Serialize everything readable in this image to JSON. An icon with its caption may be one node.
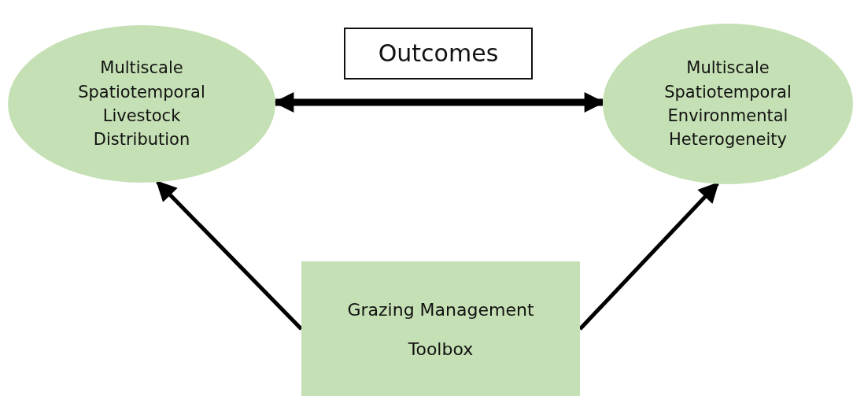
{
  "diagram": {
    "nodes": [
      {
        "text": [
          "Multiscale Spatiotemporal Livestock Distribution"
        ]
      },
      {
        "text": [
          "Outcomes"
        ]
      },
      {
        "text": [
          "Multiscale Spatiotemporal Environmental Heterogeneity"
        ]
      },
      {
        "text": [
          "Grazing Management",
          "Toolbox"
        ]
      }
    ],
    "edges": [
      {
        "from": 0,
        "to": 2,
        "arrow": "both",
        "style": "thick"
      },
      {
        "from": 3,
        "to": 0,
        "arrow": "to"
      },
      {
        "from": 3,
        "to": 2,
        "arrow": "to"
      }
    ]
  }
}
